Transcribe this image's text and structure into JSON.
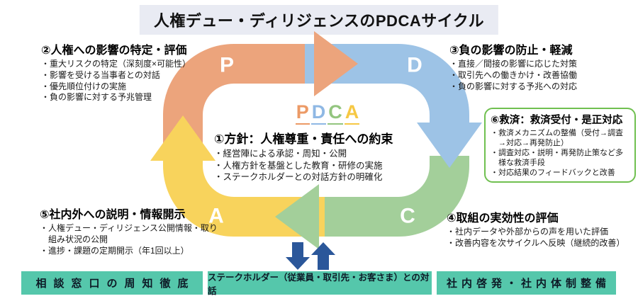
{
  "title": "人権デュー・ディリジェンスのPDCAサイクル",
  "colors": {
    "plan": "#ECA47C",
    "do": "#9DC3E6",
    "check": "#A3CF9A",
    "act": "#F8D35C",
    "stakeholder_arrow": "#2B579A",
    "footer_box": "#55C7AB",
    "title_bg": "#E9EBF3",
    "remedy_border": "#70C050"
  },
  "cycle": {
    "plan_letter": "P",
    "do_letter": "D",
    "check_letter": "C",
    "act_letter": "A"
  },
  "pdca": {
    "letters": [
      {
        "char": "P",
        "color": "#EC9A66"
      },
      {
        "char": "D",
        "color": "#8FB8E4"
      },
      {
        "char": "C",
        "color": "#93C57F"
      },
      {
        "char": "A",
        "color": "#F6C844"
      }
    ]
  },
  "center": {
    "heading": "①方針：人権尊重・責任への約束",
    "bullets": [
      "・経営陣による承認・周知・公開",
      "・人権方針を基盤とした教育・研修の実施",
      "・ステークホルダーとの対話方針の明確化"
    ]
  },
  "impact": {
    "heading": "②人権への影響の特定・評価",
    "bullets": [
      "・重大リスクの特定（深刻度×可能性）",
      "・影響を受ける当事者との対話",
      "・優先順位付けの実施",
      "・負の影響に対する予兆管理"
    ]
  },
  "prevention": {
    "heading": "③負の影響の防止・軽減",
    "bullets": [
      "・直接／間接の影響に応じた対策",
      "・取引先への働きかけ・改善協働",
      "・負の影響に対する予兆への対応"
    ]
  },
  "remedy": {
    "heading": "⑥救済：救済受付・是正対応",
    "bullets": [
      "・救済メカニズムの整備（受付→調査→対応→再発防止）",
      "・調査対応・説明・再発防止策など多様な救済手段",
      "・対応結果のフィードバックと改善"
    ]
  },
  "evaluation": {
    "heading": "④取組の実効性の評価",
    "bullets": [
      "・社内データや外部からの声を用いた評価",
      "・改善内容を次サイクルへ反映（継続的改善）"
    ]
  },
  "disclosure": {
    "heading": "⑤社内外への説明・情報開示",
    "bullets": [
      "・人権デュー・ディリジェンス公開情報・取り組み状況の公開",
      "・進捗・課題の定期開示（年1回以上）"
    ]
  },
  "footer": {
    "consultation": "相談窓口の周知徹底",
    "stakeholder": "ステークホルダー（従業員・取引先・お客さま）との対話",
    "internal": "社内啓発・社内体制整備"
  }
}
